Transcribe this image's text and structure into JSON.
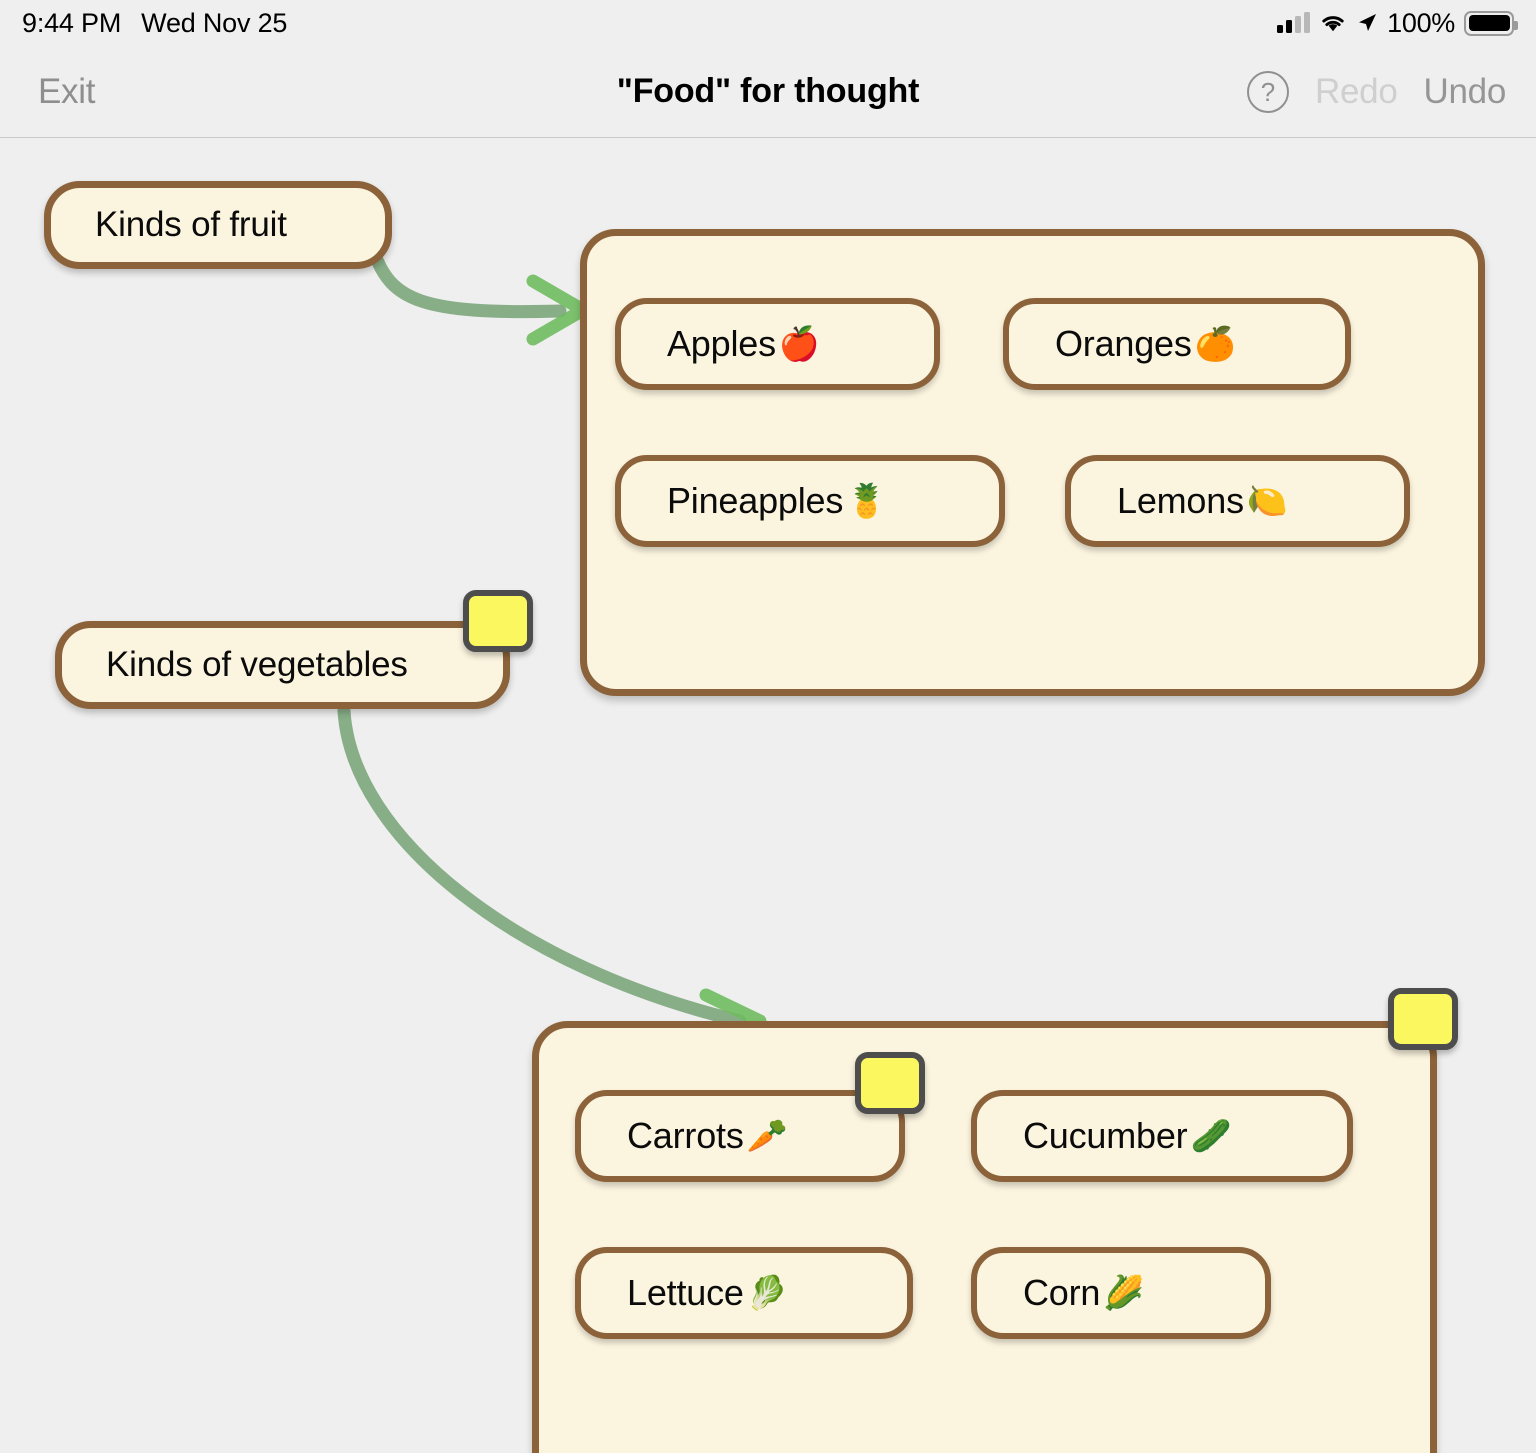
{
  "status_bar": {
    "time": "9:44 PM",
    "date": "Wed Nov 25",
    "battery_percent": "100%",
    "icons": [
      "signal-bars-icon",
      "wifi-icon",
      "location-arrow-icon",
      "battery-icon"
    ]
  },
  "toolbar": {
    "exit_label": "Exit",
    "title": "\"Food\" for thought",
    "help_label": "?",
    "redo_label": "Redo",
    "undo_label": "Undo",
    "redo_enabled": false,
    "undo_enabled": true
  },
  "colors": {
    "page_background": "#efefef",
    "node_fill": "#FBF4DF",
    "node_border": "#8B6239",
    "connector": "#7FA87F",
    "arrowhead": "#6FBB5E",
    "sticky_fill": "#FAF75F",
    "sticky_border": "#4d4d4d"
  },
  "canvas": {
    "topics": [
      {
        "id": "kinds-of-fruit",
        "label": "Kinds of fruit",
        "has_sticky": false
      },
      {
        "id": "kinds-of-vegetables",
        "label": "Kinds of vegetables",
        "has_sticky": true
      }
    ],
    "groups": [
      {
        "id": "fruit-group",
        "has_sticky": false,
        "children": [
          {
            "id": "apples",
            "label": "Apples",
            "emoji": "🍎",
            "has_sticky": false
          },
          {
            "id": "oranges",
            "label": "Oranges",
            "emoji": "🍊",
            "has_sticky": false
          },
          {
            "id": "pineapples",
            "label": "Pineapples",
            "emoji": "🍍",
            "has_sticky": false
          },
          {
            "id": "lemons",
            "label": "Lemons",
            "emoji": "🍋",
            "has_sticky": false
          }
        ]
      },
      {
        "id": "vegetable-group",
        "has_sticky": true,
        "children": [
          {
            "id": "carrots",
            "label": "Carrots",
            "emoji": "🥕",
            "has_sticky": true
          },
          {
            "id": "cucumber",
            "label": "Cucumber",
            "emoji": "🥒",
            "has_sticky": false
          },
          {
            "id": "lettuce",
            "label": "Lettuce",
            "emoji": "🥬",
            "has_sticky": false
          },
          {
            "id": "corn",
            "label": "Corn",
            "emoji": "🌽",
            "has_sticky": false
          }
        ]
      }
    ],
    "connectors": [
      {
        "from": "kinds-of-fruit",
        "to": "fruit-group"
      },
      {
        "from": "kinds-of-vegetables",
        "to": "vegetable-group"
      }
    ]
  }
}
